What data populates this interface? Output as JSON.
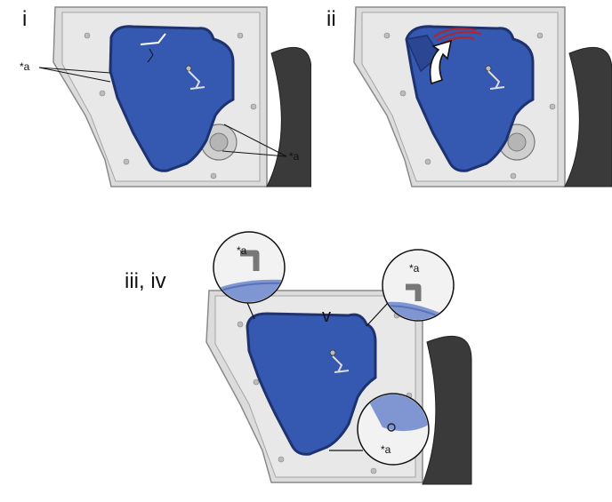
{
  "steps": {
    "step1": "i",
    "step2": "ii",
    "step3": "iii, iv",
    "step5": "v"
  },
  "callouts": {
    "panel1_a1": "*a",
    "panel1_a2": "*a",
    "panel3_a1": "*a",
    "panel3_a2": "*a",
    "panel3_a3": "*a"
  },
  "colors": {
    "sheet_fill": "#3558b0",
    "sheet_edge": "#1f3270",
    "door_metal": "#d9d9d9",
    "door_outline": "#8a8a8a",
    "seat_dark": "#333333",
    "wire_red": "#b0262b"
  }
}
